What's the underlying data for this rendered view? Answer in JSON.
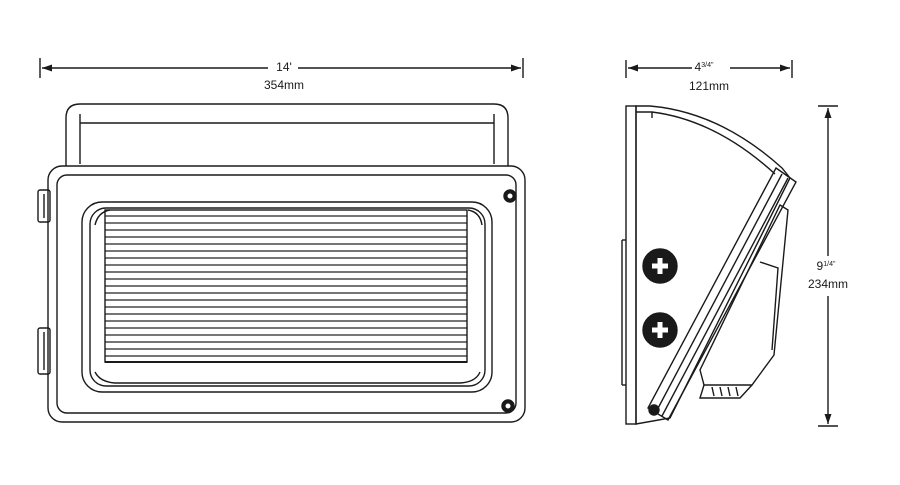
{
  "front_view": {
    "width_imperial": "14'",
    "width_metric": "354mm"
  },
  "side_view": {
    "depth_whole": "4",
    "depth_fraction": "3/4\"",
    "depth_metric": "121mm",
    "height_whole": "9",
    "height_fraction": "1/4\"",
    "height_metric": "234mm"
  },
  "colors": {
    "line": "#1a1a1a",
    "background": "#ffffff"
  }
}
